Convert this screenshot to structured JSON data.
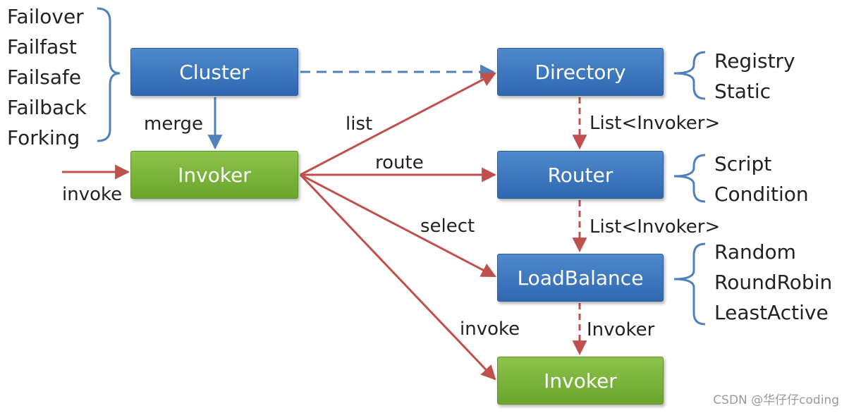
{
  "nodes": {
    "cluster": "Cluster",
    "invoker_main": "Invoker",
    "directory": "Directory",
    "router": "Router",
    "loadbalance": "LoadBalance",
    "invoker_result": "Invoker"
  },
  "strategy_groups": {
    "cluster": [
      "Failover",
      "Failfast",
      "Failsafe",
      "Failback",
      "Forking"
    ],
    "directory": [
      "Registry",
      "Static"
    ],
    "router": [
      "Script",
      "Condition"
    ],
    "loadbalance": [
      "Random",
      "RoundRobin",
      "LeastActive"
    ]
  },
  "edge_labels": {
    "merge": "merge",
    "invoke_in": "invoke",
    "list": "list",
    "route": "route",
    "select": "select",
    "invoke_out": "invoke",
    "dir_to_router": "List<Invoker>",
    "router_to_lb": "List<Invoker>",
    "lb_to_invoker": "Invoker"
  },
  "watermark": "CSDN @华仔仔coding",
  "colors": {
    "blue_node": "#3a75bd",
    "green_node": "#78b23a",
    "red_arrow": "#c0504d",
    "blue_arrow": "#4f81bd",
    "bracket": "#4f81bd"
  }
}
